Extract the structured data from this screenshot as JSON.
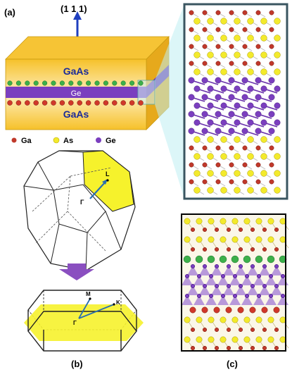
{
  "panel_labels": {
    "a": "(a)",
    "b": "(b)",
    "c": "(c)"
  },
  "axis_label": "(1 1 1)",
  "slab": {
    "top_label": "GaAs",
    "middle_label": "Ge",
    "bottom_label": "GaAs"
  },
  "legend": [
    {
      "label": "Ga",
      "color": "#c0392b"
    },
    {
      "label": "As",
      "color": "#f3ea2c"
    },
    {
      "label": "Ge",
      "color": "#7b3fbf"
    }
  ],
  "bz_3d": {
    "point_gamma": "Γ",
    "point_L": "L"
  },
  "bz_2d": {
    "point_gamma": "Γ",
    "point_M": "M",
    "point_K": "K"
  },
  "colors": {
    "slab_face": "#f7c531",
    "slab_light": "#fdf0b8",
    "ge_layer": "#7a3fbf",
    "highlight": "#f5f22a",
    "frame": "#3a5560",
    "arrow_purple": "#8a4fc0",
    "projection": "#bfeff2"
  }
}
